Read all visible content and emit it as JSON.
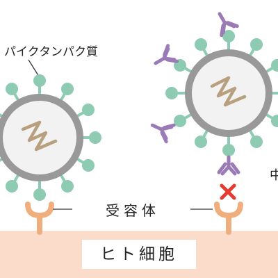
{
  "labels": {
    "spike_protein": "パイクタンパク質",
    "receptor": "受容体",
    "human_cell": "ヒト細胞",
    "neutralizing_partial": "中"
  },
  "colors": {
    "virus_shell": "#999999",
    "virus_core": "#f2f2f2",
    "spike": "#8ecbb3",
    "rna": "#b8a07e",
    "antibody": "#9b7bb5",
    "receptor": "#f0ad7e",
    "cell": "#fbdccb",
    "block_mark": "#e63b2e"
  },
  "icons": {
    "block_mark": "cross-mark-icon"
  }
}
